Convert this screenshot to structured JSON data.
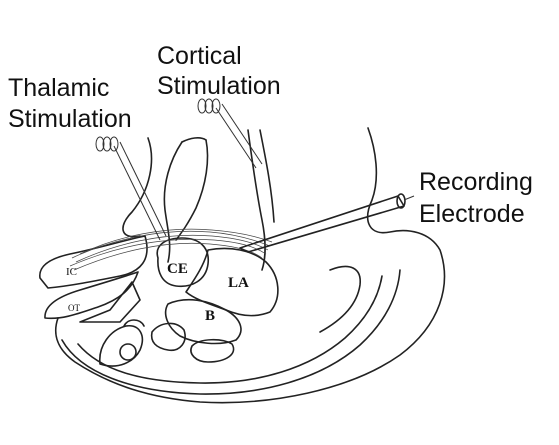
{
  "labels": {
    "cortical_line1": "Cortical",
    "cortical_line2": "Stimulation",
    "thalamic_line1": "Thalamic",
    "thalamic_line2": "Stimulation",
    "recording_line1": "Recording",
    "recording_line2": "Electrode"
  },
  "regions": {
    "ce": "CE",
    "la": "LA",
    "b": "B",
    "ic": "IC",
    "ot": "OT"
  }
}
